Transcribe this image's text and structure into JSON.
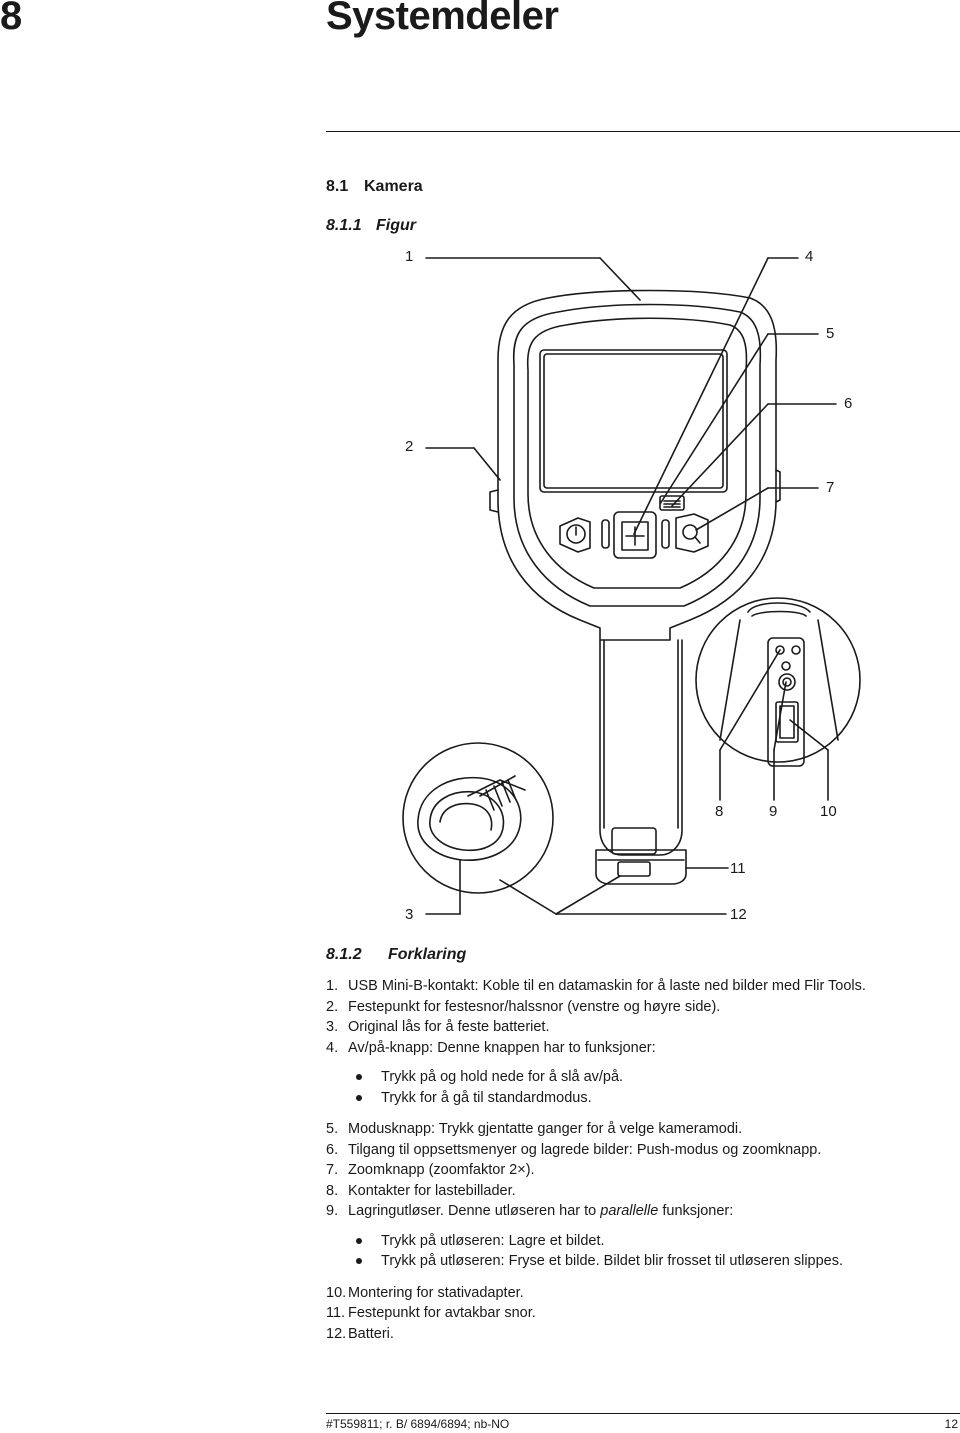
{
  "chapter": {
    "number": "8",
    "title": "Systemdeler"
  },
  "section": {
    "number": "8.1",
    "title": "Kamera"
  },
  "subsection_figure": {
    "number": "8.1.1",
    "title": "Figur"
  },
  "figure_callouts": [
    "1",
    "2",
    "3",
    "4",
    "5",
    "6",
    "7",
    "8",
    "9",
    "10",
    "11",
    "12"
  ],
  "subsection_legend": {
    "number": "8.1.2",
    "title": "Forklaring"
  },
  "legend": {
    "items": [
      {
        "n": "1.",
        "text": "USB Mini-B-kontakt: Koble til en datamaskin for å laste ned bilder med Flir Tools."
      },
      {
        "n": "2.",
        "text": "Festepunkt for festesnor/halssnor (venstre og høyre side)."
      },
      {
        "n": "3.",
        "text": "Original lås for å feste batteriet."
      },
      {
        "n": "4.",
        "text": "Av/på-knapp: Denne knappen har to funksjoner:"
      },
      {
        "bullets": [
          "Trykk på og hold nede for å slå av/på.",
          "Trykk for å gå til standardmodus."
        ]
      },
      {
        "n": "5.",
        "text": "Modusknapp: Trykk gjentatte ganger for å velge kameramodi."
      },
      {
        "n": "6.",
        "text": "Tilgang til oppsettsmenyer og lagrede bilder: Push-modus og zoomknapp."
      },
      {
        "n": "7.",
        "text": "Zoomknapp (zoomfaktor 2×)."
      },
      {
        "n": "8.",
        "text": "Kontakter for lastebillader."
      },
      {
        "n": "9.",
        "text_pre": "Lagringutløser. Denne utløseren har to ",
        "text_em": "parallelle",
        "text_post": " funksjoner:"
      },
      {
        "bullets": [
          "Trykk på utløseren: Lagre et bildet.",
          "Trykk på utløseren: Fryse et bilde. Bildet blir frosset til utløseren slippes."
        ]
      },
      {
        "n": "10.",
        "text": "Montering for stativadapter."
      },
      {
        "n": "11.",
        "text": "Festepunkt for avtakbar snor."
      },
      {
        "n": "12.",
        "text": "Batteri."
      }
    ]
  },
  "footer": {
    "left": "#T559811; r. B/ 6894/6894; nb-NO",
    "right": "12"
  }
}
